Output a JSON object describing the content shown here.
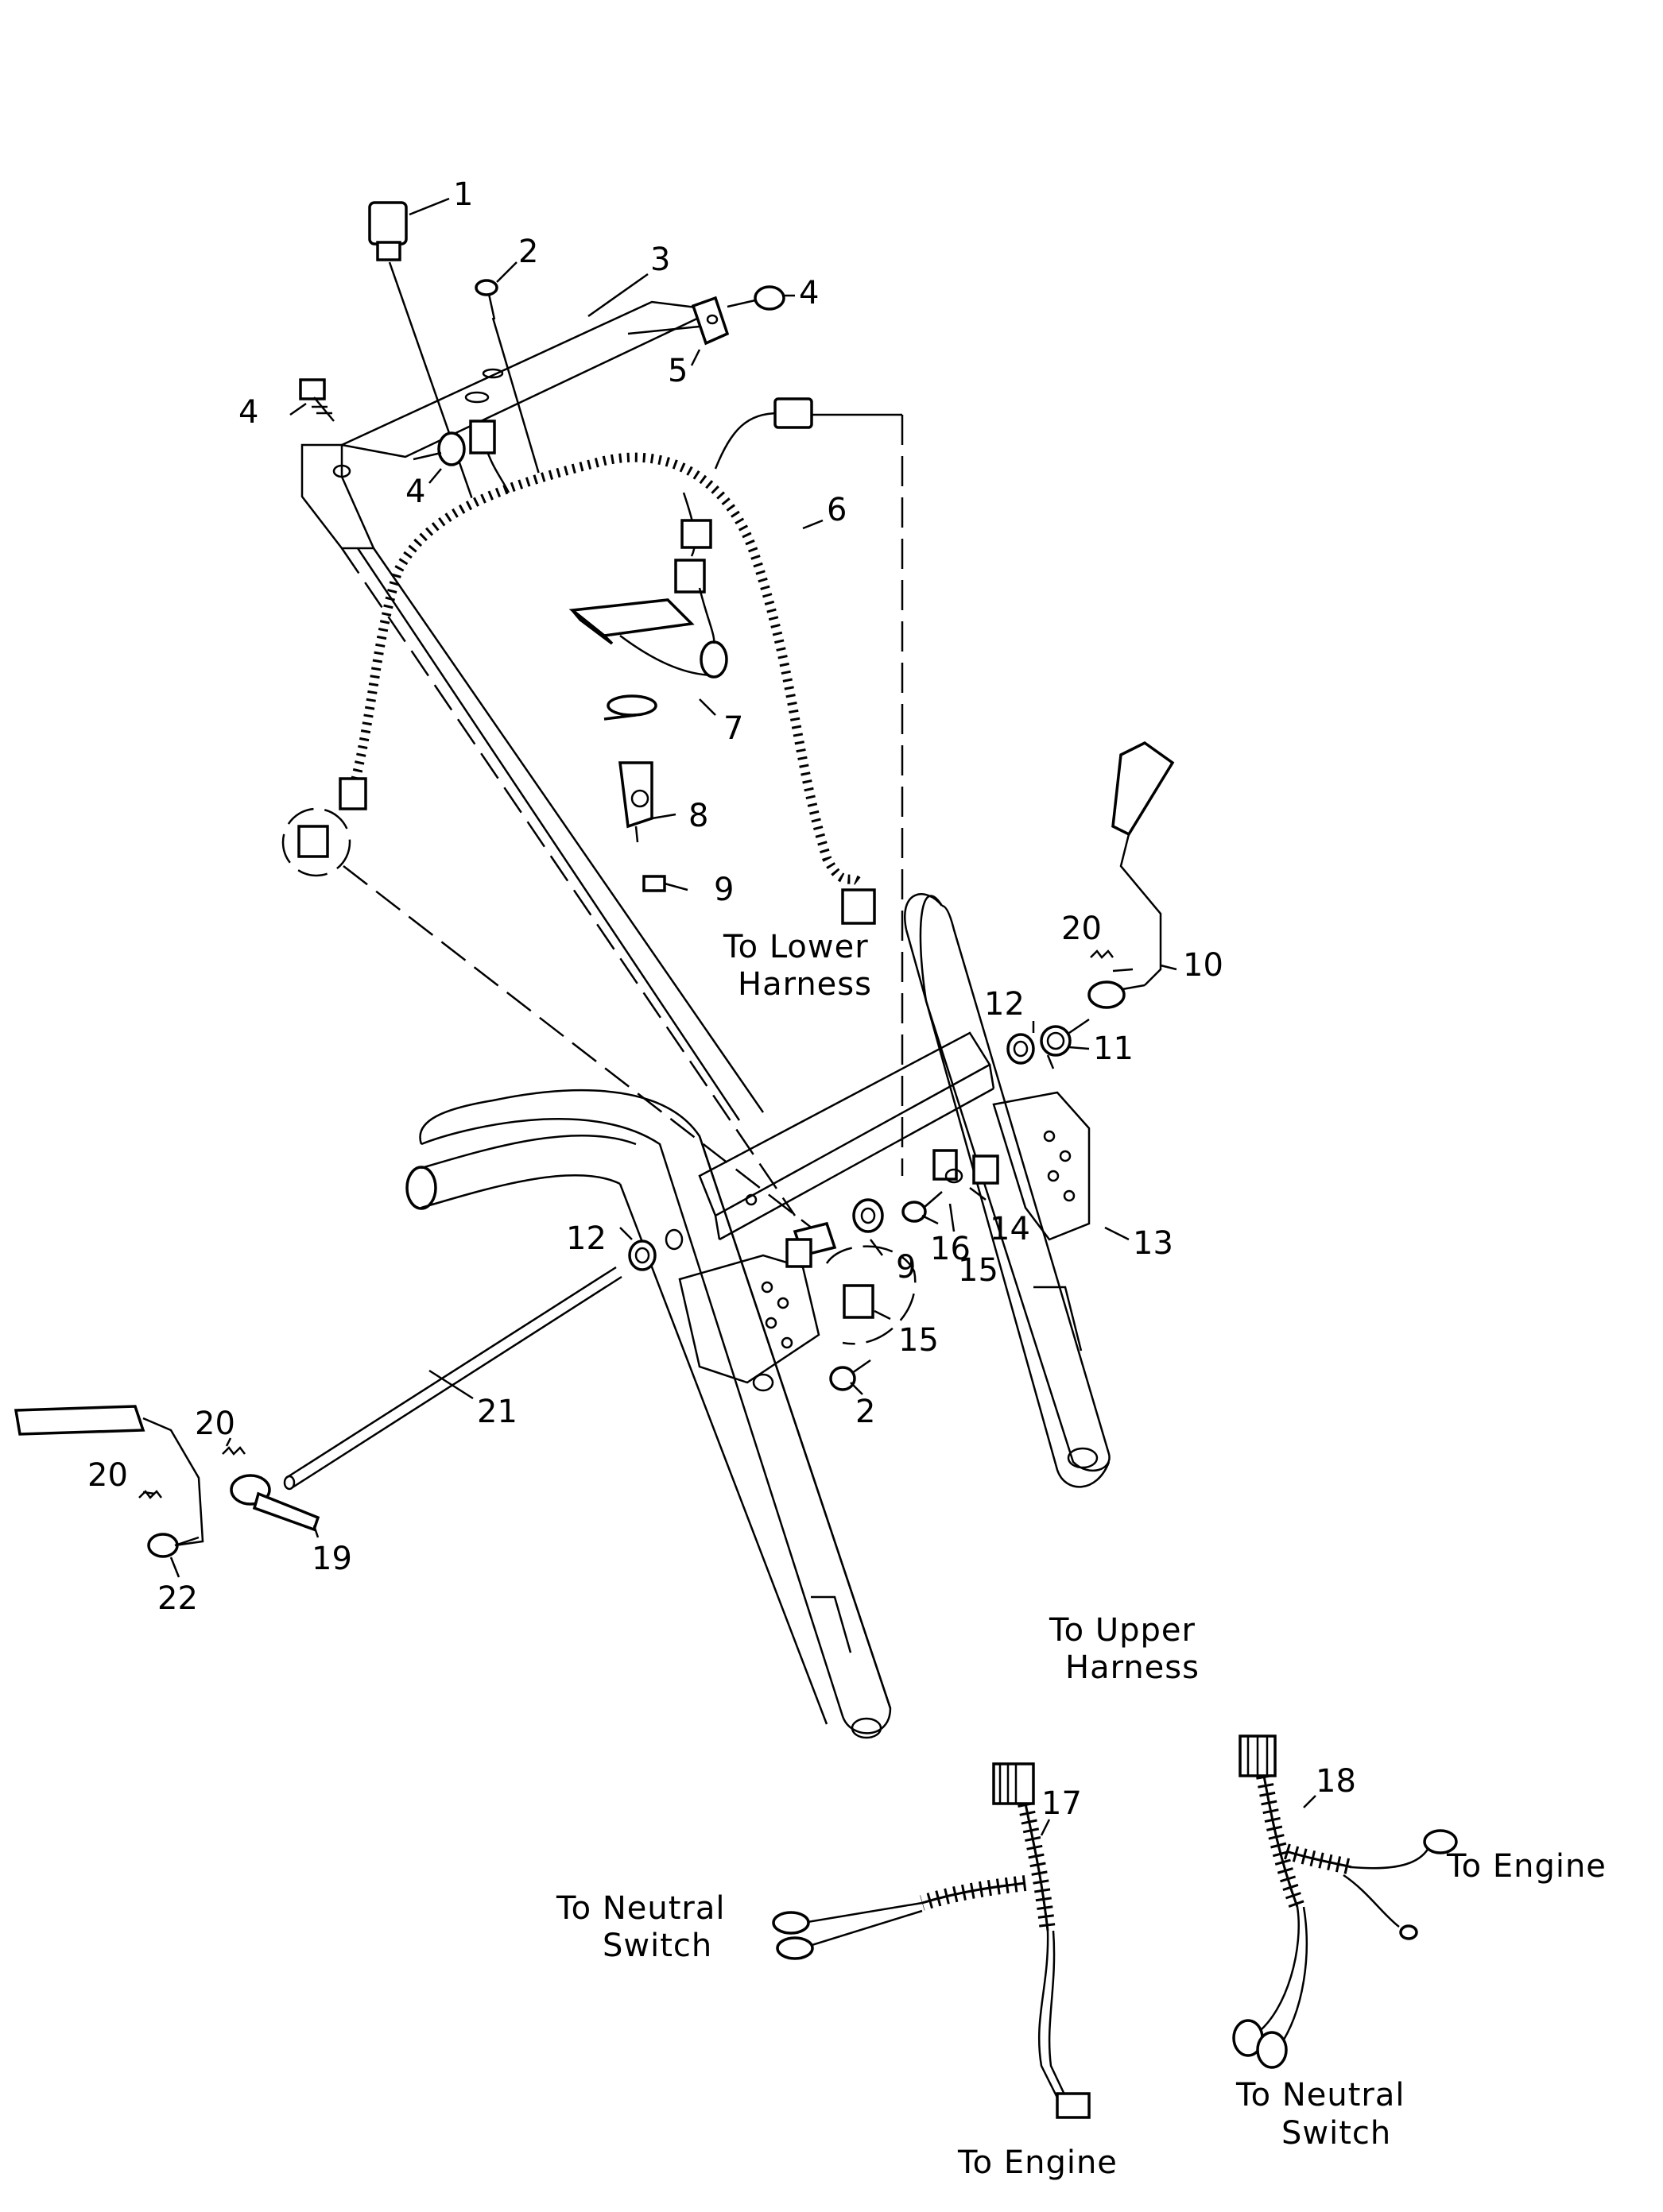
{
  "callouts": {
    "p1": "1",
    "p2a": "2",
    "p2b": "2",
    "p3": "3",
    "p4a": "4",
    "p4b": "4",
    "p4c": "4",
    "p5": "5",
    "p6": "6",
    "p7": "7",
    "p8": "8",
    "p9a": "9",
    "p9b": "9",
    "p10": "10",
    "p11": "11",
    "p12a": "12",
    "p12b": "12",
    "p13": "13",
    "p14": "14",
    "p15a": "15",
    "p15b": "15",
    "p16": "16",
    "p17": "17",
    "p18": "18",
    "p19": "19",
    "p20a": "20",
    "p20b": "20",
    "p20c": "20",
    "p21": "21",
    "p22": "22"
  },
  "captions": {
    "lower_harness_1": "To Lower",
    "lower_harness_2": "Harness",
    "upper_harness_1": "To Upper",
    "upper_harness_2": "Harness",
    "neutral_switch_17_1": "To Neutral",
    "neutral_switch_17_2": "Switch",
    "engine_17": "To Engine",
    "engine_18": "To Engine",
    "neutral_switch_18_1": "To Neutral",
    "neutral_switch_18_2": "Switch"
  }
}
